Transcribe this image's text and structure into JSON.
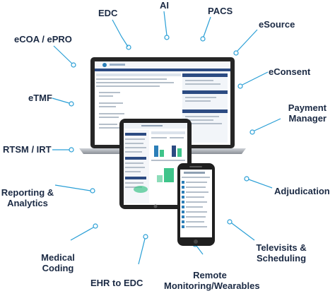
{
  "labels": {
    "edc": "EDC",
    "ai": "AI",
    "pacs": "PACS",
    "ecoa_epro": "eCOA / ePRO",
    "esource": "eSource",
    "econsent": "eConsent",
    "etmf": "eTMF",
    "payment_manager_line1": "Payment",
    "payment_manager_line2": "Manager",
    "rtsm_irt": "RTSM / IRT",
    "reporting_line1": "Reporting &",
    "reporting_line2": "Analytics",
    "adjudication": "Adjudication",
    "televisits_line1": "Televisits &",
    "televisits_line2": "Scheduling",
    "medical_line1": "Medical",
    "medical_line2": "Coding",
    "ehr_to_edc": "EHR to EDC",
    "remote_line1": "Remote",
    "remote_line2": "Monitoring/Wearables"
  },
  "colors": {
    "label_text": "#1b2a44",
    "connector": "#2a9fd6",
    "device_dark": "#2b2b2b",
    "app_header": "#2c4b82",
    "accent_green": "#3fc48a"
  },
  "icons": [
    "laptop-icon",
    "tablet-icon",
    "phone-icon"
  ]
}
